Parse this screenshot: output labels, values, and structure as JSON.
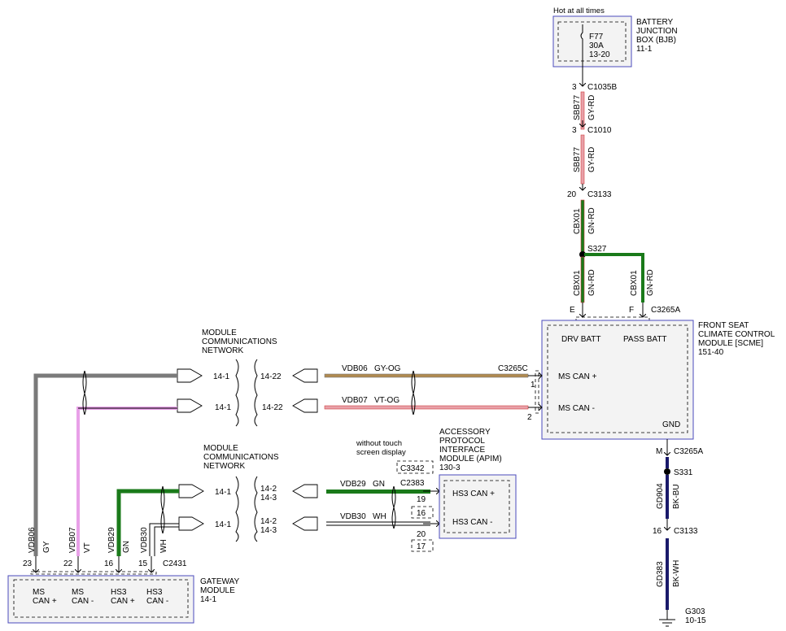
{
  "bjb": {
    "hot_label": "Hot at all times",
    "fuse_name": "F77",
    "fuse_amps": "30A",
    "fuse_ref": "13-20",
    "name1": "BATTERY",
    "name2": "JUNCTION",
    "name3": "BOX (BJB)",
    "ref": "11-1"
  },
  "upper_run": [
    {
      "pin": "3",
      "connector": "C1035B"
    },
    {
      "circuit": "SBB77",
      "color": "GY-RD"
    },
    {
      "pin": "3",
      "connector": "C1010"
    },
    {
      "circuit": "SBB77",
      "color": "GY-RD"
    },
    {
      "pin": "20",
      "connector": "C3133"
    },
    {
      "circuit": "CBX01",
      "color": "GN-RD"
    }
  ],
  "splice": {
    "name": "S327"
  },
  "scme_feeds": {
    "left_circuit": "CBX01",
    "left_color": "GN-RD",
    "right_circuit": "CBX01",
    "right_color": "GN-RD",
    "left_pin": "E",
    "right_pin": "F",
    "connector": "C3265A"
  },
  "scme": {
    "name1": "FRONT SEAT",
    "name2": "CLIMATE CONTROL",
    "name3": "MODULE [SCME]",
    "ref": "151-40",
    "drv_batt": "DRV BATT",
    "pass_batt": "PASS BATT",
    "ms_can_plus": "MS CAN +",
    "ms_can_minus": "MS CAN -",
    "gnd": "GND"
  },
  "scme_can": {
    "connector": "C3265C",
    "pin_plus": "1",
    "pin_minus": "2"
  },
  "mcn_top": {
    "label1": "MODULE",
    "label2": "COMMUNICATIONS",
    "label3": "NETWORK",
    "ref_left_1": "14-1",
    "ref_left_2": "14-1",
    "ref_right_1": "14-22",
    "ref_right_2": "14-22"
  },
  "ms_wires": [
    {
      "circuit": "VDB06",
      "color": "GY-OG"
    },
    {
      "circuit": "VDB07",
      "color": "VT-OG"
    }
  ],
  "mcn_bottom": {
    "label1": "MODULE",
    "label2": "COMMUNICATIONS",
    "label3": "NETWORK",
    "ref_left_1": "14-1",
    "ref_left_2": "14-1",
    "ref_right_1a": "14-2",
    "ref_right_1b": "14-3",
    "ref_right_2a": "14-2",
    "ref_right_2b": "14-3"
  },
  "hs_wires": [
    {
      "circuit": "VDB29",
      "color": "GN"
    },
    {
      "circuit": "VDB30",
      "color": "WH"
    }
  ],
  "apim": {
    "name1": "ACCESSORY",
    "name2": "PROTOCOL",
    "name3": "INTERFACE",
    "name4": "MODULE (APIM)",
    "ref": "130-3",
    "hs_plus": "HS3 CAN +",
    "hs_minus": "HS3 CAN -",
    "variant_note1": "without touch",
    "variant_note2": "screen display",
    "alt_connector": "C3342",
    "connector": "C2383",
    "pin_a1": "19",
    "pin_a2": "16",
    "pin_b1": "20",
    "pin_b2": "17"
  },
  "gateway": {
    "name1": "GATEWAY",
    "name2": "MODULE",
    "ref": "14-1",
    "connector": "C2431",
    "pins": [
      {
        "pin": "23",
        "circuit": "VDB06",
        "color": "GY",
        "label1": "MS",
        "label2": "CAN +"
      },
      {
        "pin": "22",
        "circuit": "VDB07",
        "color": "VT",
        "label1": "MS",
        "label2": "CAN -"
      },
      {
        "pin": "16",
        "circuit": "VDB29",
        "color": "GN",
        "label1": "HS3",
        "label2": "CAN +"
      },
      {
        "pin": "15",
        "circuit": "VDB30",
        "color": "WH",
        "label1": "HS3",
        "label2": "CAN -"
      }
    ]
  },
  "ground_run": {
    "pin1": "M",
    "connector1": "C3265A",
    "splice": "S331",
    "circuit1": "GD904",
    "color1": "BK-BU",
    "pin2": "16",
    "connector2": "C3133",
    "circuit2": "GD383",
    "color2": "BK-WH",
    "ground": "G303",
    "ground_ref": "10-15"
  },
  "wire_colors": {
    "gray": "#7a7a7a",
    "violet": "#e8a0e8",
    "green": "#1a7a1a",
    "tan": "#b08a50",
    "pink": "#e8a0a8",
    "red": "#d04040",
    "navy": "#1a1a6a",
    "module_border": "#4b4bbd"
  }
}
